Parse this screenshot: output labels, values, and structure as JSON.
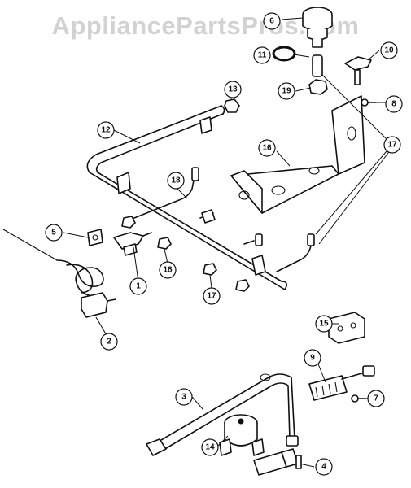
{
  "watermark": "AppliancePartsPros.com",
  "callouts": [
    {
      "id": "1",
      "label": "1"
    },
    {
      "id": "2",
      "label": "2"
    },
    {
      "id": "3",
      "label": "3"
    },
    {
      "id": "4",
      "label": "4"
    },
    {
      "id": "5",
      "label": "5"
    },
    {
      "id": "6",
      "label": "6"
    },
    {
      "id": "7",
      "label": "7"
    },
    {
      "id": "8",
      "label": "8"
    },
    {
      "id": "9",
      "label": "9"
    },
    {
      "id": "10",
      "label": "10"
    },
    {
      "id": "11",
      "label": "11"
    },
    {
      "id": "12",
      "label": "12"
    },
    {
      "id": "13",
      "label": "13"
    },
    {
      "id": "14",
      "label": "14"
    },
    {
      "id": "15",
      "label": "15"
    },
    {
      "id": "16",
      "label": "16"
    },
    {
      "id": "17a",
      "label": "17"
    },
    {
      "id": "17b",
      "label": "17"
    },
    {
      "id": "18a",
      "label": "18"
    },
    {
      "id": "18b",
      "label": "18"
    },
    {
      "id": "19",
      "label": "19"
    }
  ]
}
